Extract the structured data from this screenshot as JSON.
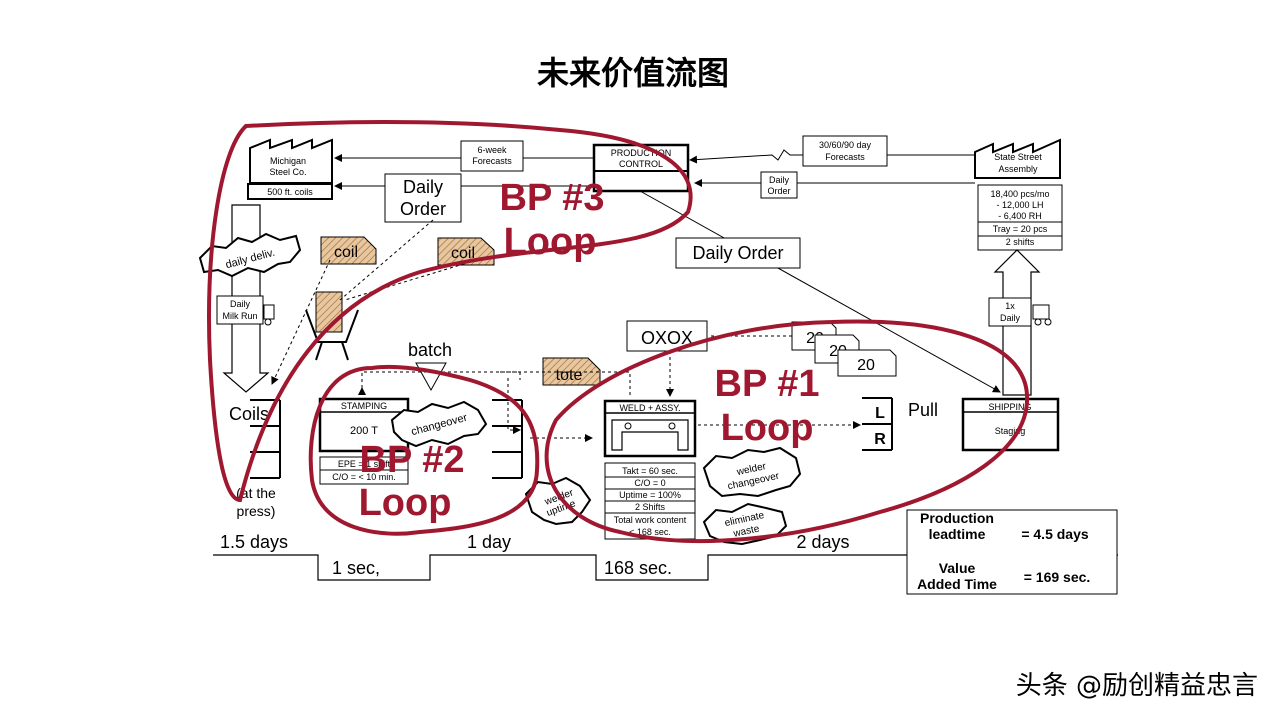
{
  "slide": {
    "title": "未来价值流图",
    "watermark": "头条 @励创精益忠言"
  },
  "supplier": {
    "name_line1": "Michigan",
    "name_line2": "Steel Co.",
    "spec": "500 ft. coils"
  },
  "customer": {
    "name_line1": "State Street",
    "name_line2": "Assembly"
  },
  "customer_data": [
    "18,400 pcs/mo",
    "- 12,000 LH",
    "- 6,400 RH",
    "Tray = 20 pcs",
    "2 shifts"
  ],
  "production_control": {
    "line1": "PRODUCTION",
    "line2": "CONTROL"
  },
  "info_flows": {
    "six_week": {
      "line1": "6-week",
      "line2": "Forecasts"
    },
    "forecast_customer": {
      "line1": "30/60/90 day",
      "line2": "Forecasts"
    },
    "daily_order_small": {
      "line1": "Daily",
      "line2": "Order"
    },
    "daily_order_big": {
      "line1": "Daily",
      "line2": "Order"
    },
    "daily_order_wide": "Daily Order"
  },
  "kanban": {
    "coil1": "coil",
    "coil2": "coil",
    "tote": "tote",
    "oxox": "OXOX",
    "batch": "batch",
    "card1": "20",
    "card2": "20",
    "card3": "20"
  },
  "shipments": {
    "milk_run": {
      "line1": "Daily",
      "line2": "Milk Run"
    },
    "daily_deliv": "daily deliv.",
    "one_x": {
      "line1": "1x",
      "line2": "Daily"
    }
  },
  "inventory": {
    "coils": "Coils",
    "at_press_line1": "(at the",
    "at_press_line2": "press)",
    "lr_L": "L",
    "lr_R": "R",
    "pull": "Pull"
  },
  "processes": {
    "stamping": {
      "title": "STAMPING",
      "tonnage": "200 T",
      "epe": "EPE = 1 shift",
      "co": "C/O = < 10 min."
    },
    "weld": {
      "title": "WELD + ASSY.",
      "data": [
        "Takt = 60 sec.",
        "C/O = 0",
        "Uptime = 100%",
        "2 Shifts",
        "Total work content",
        "< 168 sec."
      ]
    },
    "shipping": {
      "title": "SHIPPING",
      "staging": "Staging"
    }
  },
  "kaizen": {
    "changeover": "changeover",
    "welder_uptime_line1": "welder",
    "welder_uptime_line2": "uptime",
    "welder_changeover_line1": "welder",
    "welder_changeover_line2": "changeover",
    "eliminate_waste_line1": "eliminate",
    "eliminate_waste_line2": "waste"
  },
  "loops": {
    "bp3_line1": "BP #3",
    "bp3_line2": "Loop",
    "bp2_line1": "BP #2",
    "bp2_line2": "Loop",
    "bp1_line1": "BP #1",
    "bp1_line2": "Loop"
  },
  "timeline": {
    "days1": "1.5 days",
    "days2": "1 day",
    "days3": "2 days",
    "sec1": "1 sec,",
    "sec2": "168 sec."
  },
  "summary": {
    "lead_label1": "Production",
    "lead_label2": "leadtime",
    "lead_value": "= 4.5 days",
    "va_label1": "Value",
    "va_label2": "Added Time",
    "va_value": "= 169 sec."
  },
  "colors": {
    "loop": "#a01830",
    "hatch": "#d9a676",
    "ink": "#000000"
  }
}
